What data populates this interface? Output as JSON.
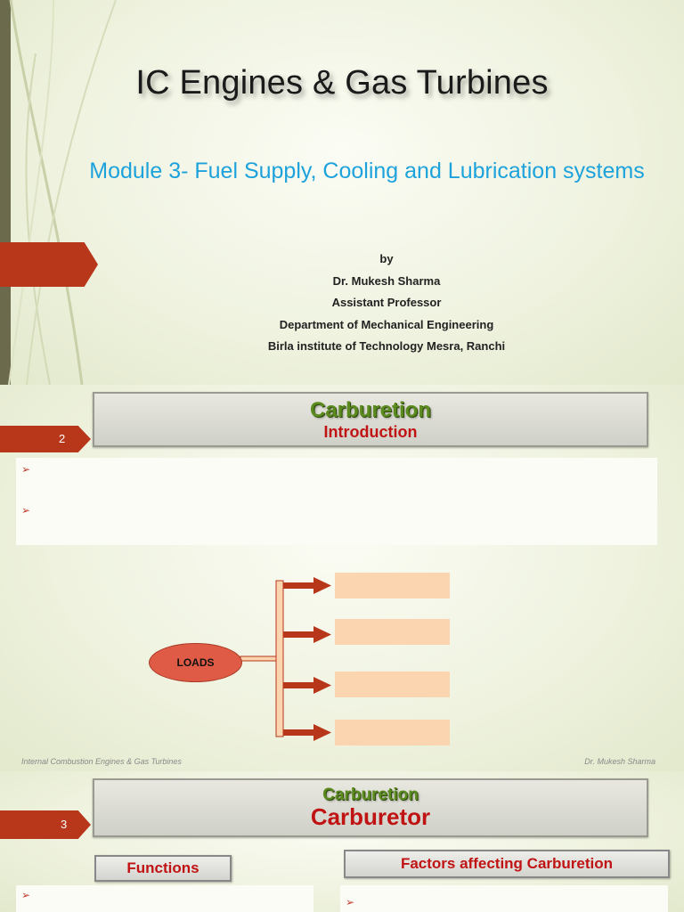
{
  "slide1": {
    "title": "IC Engines & Gas Turbines",
    "subtitle": "Module 3- Fuel Supply, Cooling and Lubrication systems",
    "by": "by",
    "author": "Dr. Mukesh Sharma",
    "designation": "Assistant Professor",
    "department": "Department of Mechanical Engineering",
    "institute": "Birla institute of Technology Mesra, Ranchi"
  },
  "slide2": {
    "number": "2",
    "heading": "Carburetion",
    "subheading": "Introduction",
    "bullets": [
      "",
      ""
    ],
    "diagram": {
      "center_label": "LOADS",
      "branches": [
        "",
        "",
        "",
        ""
      ]
    },
    "footer_left": "Internal Combustion Engines & Gas Turbines",
    "footer_right": "Dr. Mukesh Sharma"
  },
  "slide3": {
    "number": "3",
    "heading": "Carburetion",
    "subheading": "Carburetor",
    "left_label": "Functions",
    "right_label": "Factors affecting Carburetion"
  },
  "colors": {
    "accent_red": "#b8361a",
    "title_blue": "#1da2dc",
    "heading_green": "#5b8a1f",
    "heading_red": "#c01414",
    "diagram_orange": "#e05b45",
    "box_peach": "#fbd5b0"
  }
}
